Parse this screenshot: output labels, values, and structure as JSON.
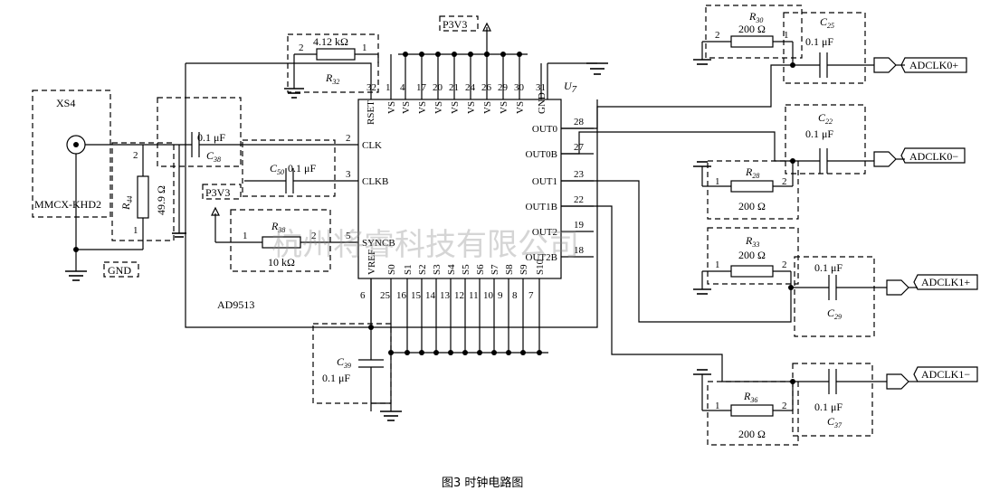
{
  "caption": "图3   时钟电路图",
  "watermark": "杭州将睿科技有限公司",
  "chip": {
    "ref": "U",
    "ref_sub": "7",
    "part": "AD9513",
    "top_pins": [
      "1",
      "4",
      "17",
      "20",
      "21",
      "24",
      "26",
      "29",
      "30",
      "31"
    ],
    "top_names": [
      "VS",
      "VS",
      "VS",
      "VS",
      "VS",
      "VS",
      "VS",
      "VS",
      "VS",
      "GND"
    ],
    "rset_name": "RSET",
    "rset_pin": "32",
    "left_names": [
      "CLK",
      "CLKB",
      "SYNCB"
    ],
    "left_pins": [
      "2",
      "3",
      "5"
    ],
    "right_names": [
      "OUT0",
      "OUT0B",
      "OUT1",
      "OUT1B",
      "OUT2",
      "OUT2B"
    ],
    "right_pins": [
      "28",
      "27",
      "23",
      "22",
      "19",
      "18"
    ],
    "bottom_names": [
      "VREF",
      "S0",
      "S1",
      "S2",
      "S3",
      "S4",
      "S5",
      "S6",
      "S7",
      "S8",
      "S9",
      "S10"
    ],
    "bottom_pins": [
      "6",
      "25",
      "16",
      "15",
      "14",
      "13",
      "12",
      "11",
      "10",
      "9",
      "8",
      "7"
    ]
  },
  "ports": {
    "p3v3_top": "P3V3",
    "p3v3_left": "P3V3",
    "gnd": "GND",
    "adclk0p": "ADCLK0+",
    "adclk0n": "ADCLK0−",
    "adclk1p": "ADCLK1+",
    "adclk1n": "ADCLK1−"
  },
  "connector": {
    "ref": "XS4",
    "part": "MMCX-KHD2"
  },
  "components": {
    "r32": {
      "ref": "R",
      "sub": "32",
      "value": "4.12  kΩ",
      "pin_a": "2",
      "pin_b": "1"
    },
    "r44": {
      "ref": "R",
      "sub": "44",
      "value": "49.9  Ω",
      "pin_a": "2",
      "pin_b": "1"
    },
    "c38": {
      "ref": "C",
      "sub": "38",
      "value": "0.1  μF"
    },
    "c50": {
      "ref": "C",
      "sub": "50",
      "value": "0.1  μF"
    },
    "r38": {
      "ref": "R",
      "sub": "38",
      "value": "10  kΩ",
      "pin_a": "1",
      "pin_b": "2"
    },
    "c39": {
      "ref": "C",
      "sub": "39",
      "value": "0.1  μF"
    },
    "r30": {
      "ref": "R",
      "sub": "30",
      "value": "200  Ω",
      "pin_a": "2",
      "pin_b": "1"
    },
    "c25": {
      "ref": "C",
      "sub": "25",
      "value": "0.1  μF"
    },
    "r28": {
      "ref": "R",
      "sub": "28",
      "value": "200  Ω",
      "pin_a": "1",
      "pin_b": "2"
    },
    "c22": {
      "ref": "C",
      "sub": "22",
      "value": "0.1  μF"
    },
    "r33": {
      "ref": "R",
      "sub": "33",
      "value": "200  Ω",
      "pin_a": "1",
      "pin_b": "2"
    },
    "c29": {
      "ref": "C",
      "sub": "29",
      "value": "0.1  μF"
    },
    "r36": {
      "ref": "R",
      "sub": "36",
      "value": "200  Ω",
      "pin_a": "1",
      "pin_b": "2"
    },
    "c37": {
      "ref": "C",
      "sub": "37",
      "value": "0.1  μF"
    }
  }
}
